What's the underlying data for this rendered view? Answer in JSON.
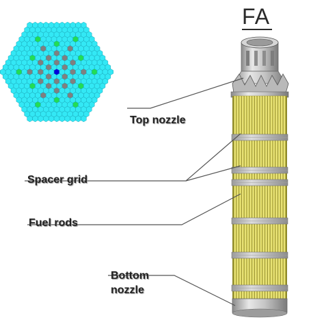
{
  "title": "FA",
  "labels": {
    "top_nozzle": "Top nozzle",
    "spacer_grid": "Spacer grid",
    "fuel_rods": "Fuel rods",
    "bottom_nozzle_line1": "Bottom",
    "bottom_nozzle_line2": "nozzle"
  },
  "lattice": {
    "rings": 10,
    "colors": {
      "fuel_pin": "#33e8f5",
      "guide_tube": "#808080",
      "special_pin": "#22dd55",
      "central_tube": "#0000dd",
      "pin_edge": "#1aa7b8"
    }
  },
  "colors": {
    "fuel_rod": "#e6e06a",
    "spacer_grid": "#b8b8b8",
    "nozzle": "#c8c8c8",
    "leader_line": "#555555"
  }
}
